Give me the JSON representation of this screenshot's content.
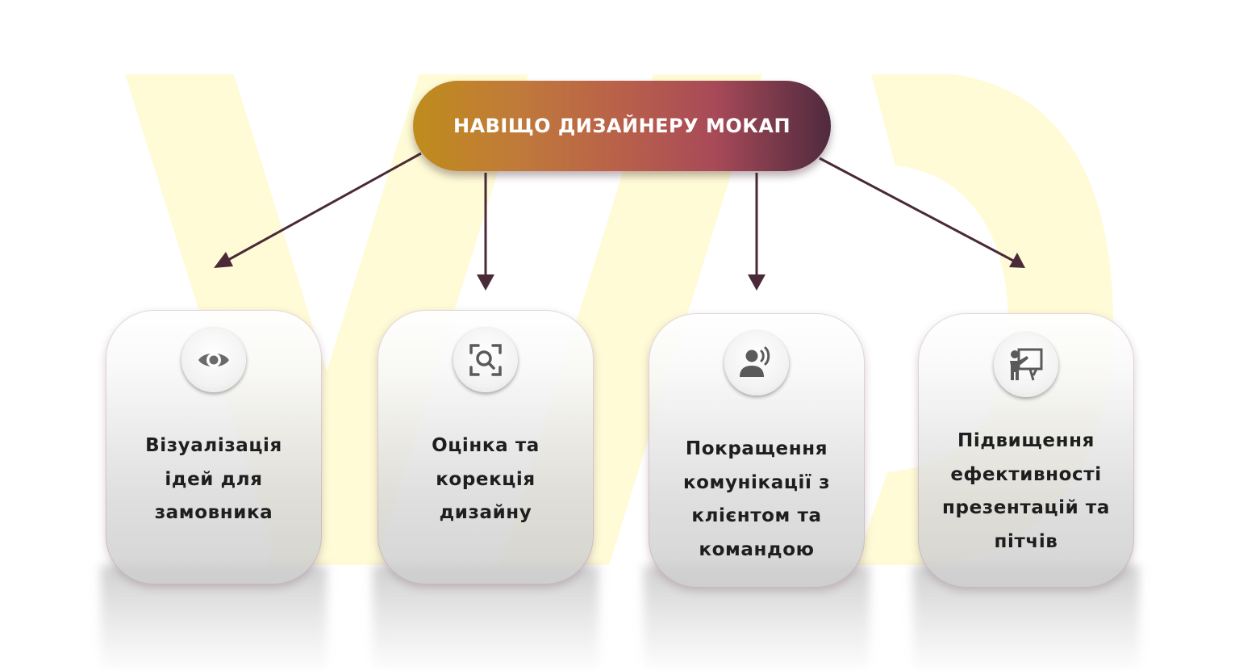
{
  "diagram": {
    "title": "НАВІЩО ДИЗАЙНЕРУ МОКАП",
    "colors": {
      "gradient_start": "#bf8c1c",
      "gradient_mid": "#b9604a",
      "gradient_end": "#4f2a3e",
      "arrow": "#4a2a38",
      "watermark": "#fffbd6",
      "card_text": "#1e1e1e"
    },
    "cards": [
      {
        "icon": "eye-icon",
        "lines": [
          "Візуалізація",
          "ідей для",
          "замовника"
        ]
      },
      {
        "icon": "scan-search-icon",
        "lines": [
          "Оцінка та",
          "корекція",
          "дизайну"
        ]
      },
      {
        "icon": "person-speaking-icon",
        "lines": [
          "Покращення",
          "комунікації з",
          "клієнтом та",
          "командою"
        ]
      },
      {
        "icon": "presentation-icon",
        "lines": [
          "Підвищення",
          "ефективності",
          "презентацій та",
          "пітчів"
        ]
      }
    ]
  }
}
